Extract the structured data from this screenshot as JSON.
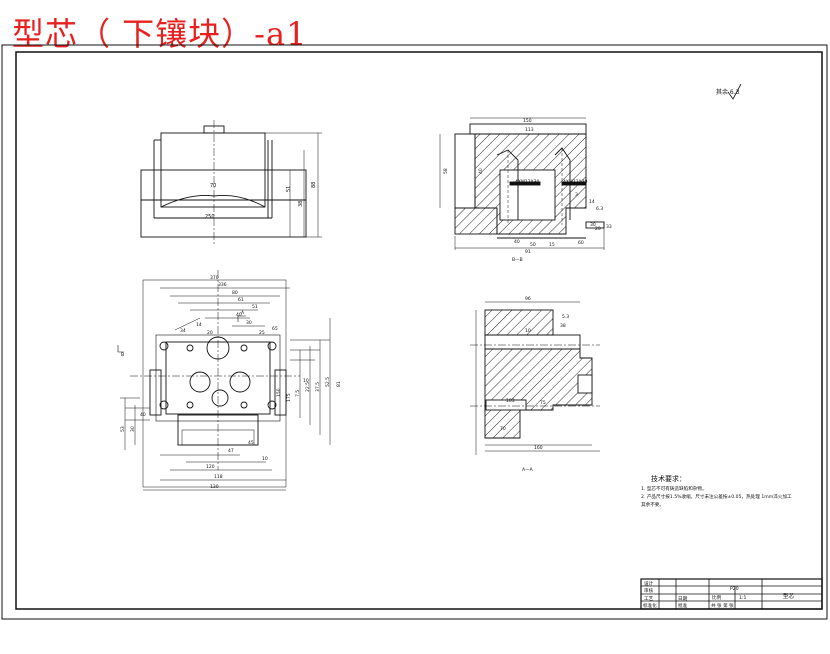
{
  "title": "型芯（ 下镶块）-a1",
  "roughness_note": "其余 6.3",
  "dims": {
    "top": [
      "250",
      "70",
      "51",
      "38",
      "88"
    ],
    "plan": [
      "370",
      "336",
      "80",
      "61",
      "51",
      "40",
      "30",
      "65",
      "34",
      "14",
      "20",
      "25",
      "52.5",
      "37.5",
      "22.5",
      "7.5",
      "10",
      "53",
      "30",
      "40",
      "47",
      "45",
      "10",
      "120",
      "118",
      "130",
      "150",
      "175",
      "81"
    ],
    "sec_bb": [
      "150",
      "113",
      "58",
      "40",
      "4XM12X30",
      "4XM12X30",
      "3",
      "40",
      "50",
      "15",
      "14",
      "60",
      "91",
      "30",
      "33",
      "20",
      "6.3"
    ],
    "sec_aa": [
      "96",
      "10",
      "38",
      "103",
      "70",
      "75",
      "160",
      "5.3"
    ]
  },
  "view_labels": {
    "bb": "B—B",
    "aa": "A—A",
    "arrow_a": "A",
    "arrow_b": "B"
  },
  "tech_req": {
    "heading": "技术要求：",
    "lines": [
      "1. 型芯不可有铸造缺陷和杂物。",
      "2. 产品尺寸按1.5%收缩，尺寸未注公差按±0.05，热处理 1mm淬火加工",
      "其余不要。"
    ]
  },
  "title_block": {
    "cells": [
      "设计",
      "审核",
      "工艺",
      "标准化",
      "比例",
      "1:1",
      "P20",
      "共 张 第 张",
      "批准",
      "日期",
      "型芯"
    ]
  },
  "colors": {
    "title": "#e8201e",
    "line": "#111111"
  }
}
